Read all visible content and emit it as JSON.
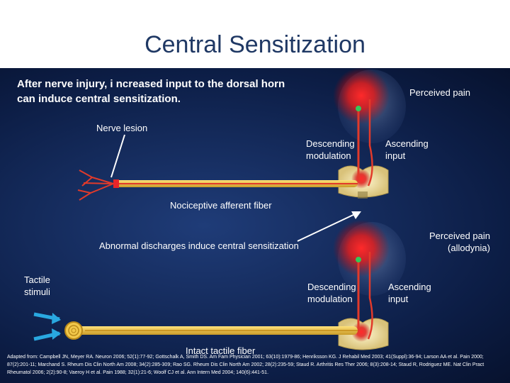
{
  "slide": {
    "title": "Central Sensitization",
    "intro": "After nerve injury, i ncreased input to the dorsal horn can induce central sensitization.",
    "colors": {
      "background": "#0c1d45",
      "fiber": "#f2c84b",
      "pain": "#e6252a",
      "pathway": "#e23a2a",
      "green_dot": "#34c759",
      "stimulus_arrow": "#29a8e0"
    }
  },
  "top_panel": {
    "perceived_pain": "Perceived pain",
    "nerve_lesion": "Nerve lesion",
    "descending": "Descending modulation",
    "ascending": "Ascending input",
    "fiber_label": "Nociceptive afferent fiber"
  },
  "bottom_panel": {
    "abnormal": "Abnormal discharges induce central sensitization",
    "perceived_pain": "Perceived pain (allodynia)",
    "tactile": "Tactile stimuli",
    "descending": "Descending modulation",
    "ascending": "Ascending input",
    "fiber_label": "Intact tactile fiber"
  },
  "references": "Adapted from: Campbell JN, Meyer RA. Neuron 2006; 52(1):77-92; Gottschalk A, Smith DS. Am Fam Physician 2001; 63(10):1979-86; Henriksson KG. J Rehabil Med 2003; 41(Suppl):36-94; Larson AA et al. Pain 2000; 87(2):201-11; Marchand S. Rheum Dis Clin North Am 2008; 34(2):285-309; Rao SG. Rheum Dis Clin North Am 2002; 28(2):235-59; Staud R. Arthritis Res Ther 2006; 8(3):208-14; Staud R, Rodriguez ME. Nat Clin Pract Rheumatol 2006; 2(2):90-8; Vaeroy H et al. Pain 1988; 32(1):21-6; Woolf CJ et al. Ann Intern Med 2004; 140(6):441-51."
}
